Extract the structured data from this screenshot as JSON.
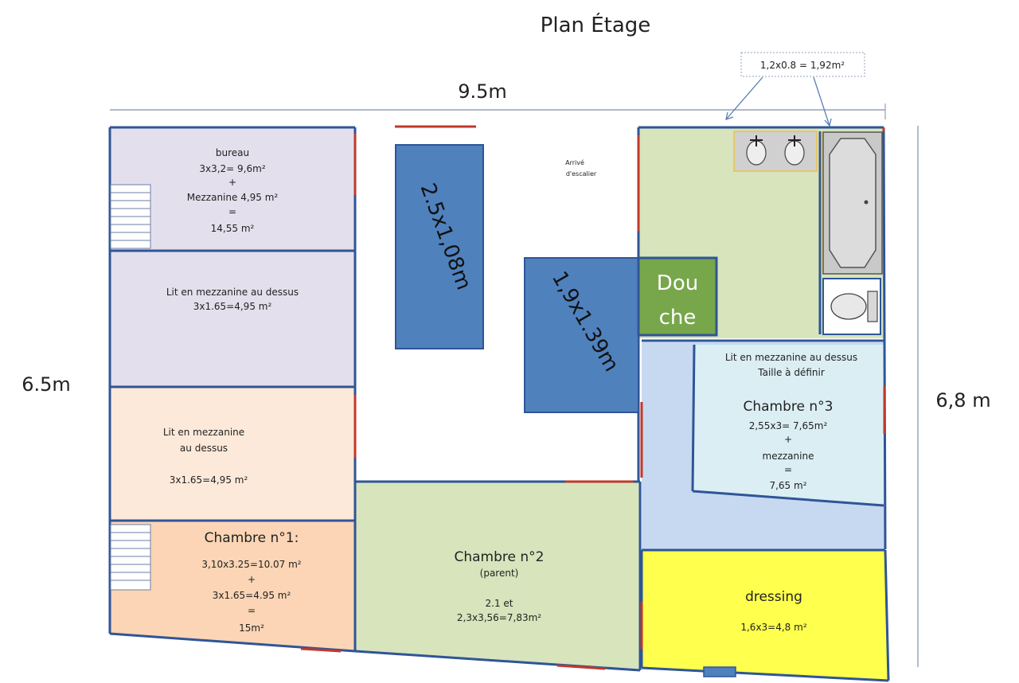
{
  "title": "Plan Étage",
  "dimensions": {
    "width_top": "9.5m",
    "height_left": "6.5m",
    "height_right": "6,8 m",
    "callout": "1,2x0.8 = 1,92m²"
  },
  "rooms": {
    "bureau": [
      "bureau",
      "3x3,2= 9,6m²",
      "+",
      "Mezzanine 4,95 m²",
      "=",
      "14,55 m²"
    ],
    "mezz_1": [
      "Lit en mezzanine au dessus",
      "3x1.65=4,95 m²"
    ],
    "mezz_2": [
      "Lit en mezzanine",
      "au dessus",
      "3x1.65=4,95 m²"
    ],
    "chambre1": [
      "Chambre n°1:",
      "3,10x3.25=10.07 m²",
      "+",
      "3x1.65=4.95 m²",
      "=",
      "15m²"
    ],
    "chambre2": [
      "Chambre n°2",
      "(parent)",
      "2.1 et",
      "2,3x3,56=7,83m²"
    ],
    "chambre3_header": [
      "Lit en mezzanine au dessus",
      "Taille à définir"
    ],
    "chambre3": [
      "Chambre n°3",
      "2,55x3=  7,65m²",
      "+",
      "mezzanine",
      "=",
      "7,65 m²"
    ],
    "dressing": [
      "dressing",
      "1,6x3=4,8 m²"
    ],
    "stairs": [
      "Arrivé",
      "d'escalier"
    ],
    "douche": [
      "Dou",
      "che"
    ]
  },
  "furniture": {
    "bed1": "2.5x1,08m",
    "bed2": "1,9x1.39m"
  },
  "colors": {
    "wall": "#2f5597",
    "door": "#c0392b",
    "purple": "#e4dfec",
    "peach_light": "#fde9d9",
    "peach": "#fbd5b5",
    "green": "#d7e4bc",
    "blue_light": "#c6d9f1",
    "blue_pale": "#dbeef4",
    "yellow": "#ffff4d",
    "furniture": "#4f81bd",
    "douche": "#77a64b"
  }
}
